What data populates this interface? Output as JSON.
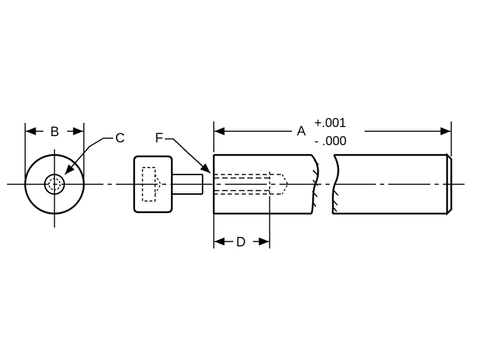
{
  "labels": {
    "A": "A",
    "B": "B",
    "C": "C",
    "D": "D",
    "F": "F",
    "tol_plus": "+.001",
    "tol_minus": "- .000"
  },
  "colors": {
    "ink": "#000000",
    "background": "#ffffff"
  }
}
